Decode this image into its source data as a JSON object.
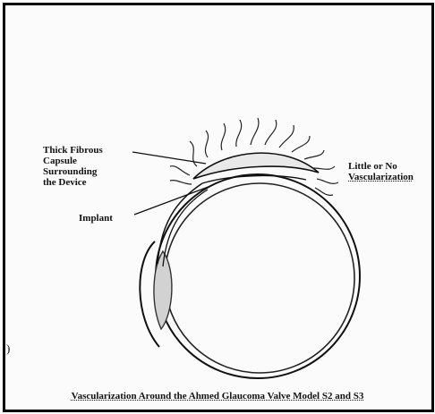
{
  "labels": {
    "capsule": [
      "Thick Fibrous",
      "Capsule",
      "Surrounding",
      "the Device"
    ],
    "implant": "Implant",
    "vascularization": [
      "Little or No",
      "Vascularization"
    ]
  },
  "caption": "Vascularization Around the Ahmed Glaucoma Valve Model S2 and S3",
  "edge_mark": ")"
}
